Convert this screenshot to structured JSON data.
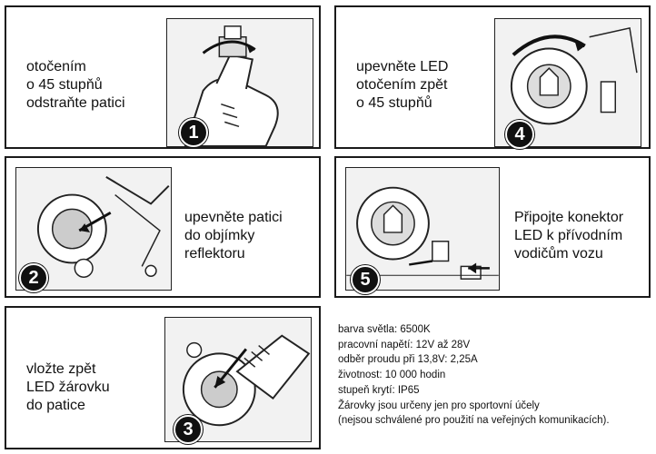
{
  "steps": {
    "s1": {
      "number": "1",
      "lines": [
        "otočením",
        "o 45 stupňů",
        "odstraňte patici"
      ]
    },
    "s2": {
      "number": "2",
      "lines": [
        "upevněte patici",
        "do objímky",
        "reflektoru"
      ]
    },
    "s3": {
      "number": "3",
      "lines": [
        "vložte zpět",
        "LED žárovku",
        "do patice"
      ]
    },
    "s4": {
      "number": "4",
      "lines": [
        "upevněte LED",
        "otočením zpět",
        "o 45 stupňů"
      ]
    },
    "s5": {
      "number": "5",
      "lines": [
        "Připojte konektor",
        "LED k přívodním",
        "vodičům vozu"
      ]
    }
  },
  "specs": [
    "barva světla: 6500K",
    "pracovní napětí: 12V až 28V",
    "odběr proudu při 13,8V: 2,25A",
    "životnost: 10 000 hodin",
    "stupeň krytí: IP65",
    "Žárovky jsou určeny jen pro sportovní účely",
    "(nejsou schválené pro použití na veřejných komunikacích)."
  ]
}
